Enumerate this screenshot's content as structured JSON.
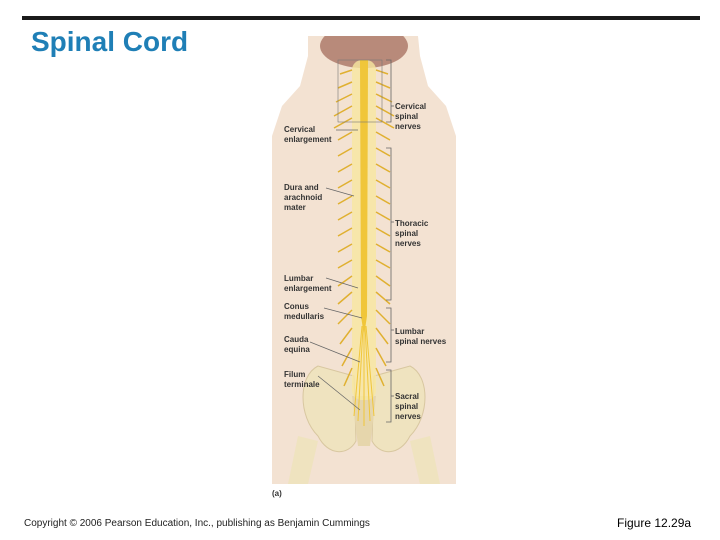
{
  "title": "Spinal Cord",
  "colors": {
    "title": "#1f7fb6",
    "cord": "#f0c63a",
    "skin": "#f3e2d2",
    "bone": "#efe3bf"
  },
  "labels_left": {
    "cervical_enlargement": "Cervical\nenlargement",
    "dura_arachnoid": "Dura and\narachnoid\nmater",
    "lumbar_enlargement": "Lumbar\nenlargement",
    "conus_medullaris": "Conus\nmedullaris",
    "cauda_equina": "Cauda\nequina",
    "filum_terminale": "Filum\nterminale"
  },
  "labels_right": {
    "cervical_nerves": "Cervical\nspinal\nnerves",
    "thoracic_nerves": "Thoracic\nspinal\nnerves",
    "lumbar_nerves": "Lumbar\nspinal nerves",
    "sacral_nerves": "Sacral\nspinal\nnerves"
  },
  "panel_label": "(a)",
  "copyright": "Copyright © 2006 Pearson Education, Inc., publishing as Benjamin Cummings",
  "figure_ref": "Figure 12.29a"
}
